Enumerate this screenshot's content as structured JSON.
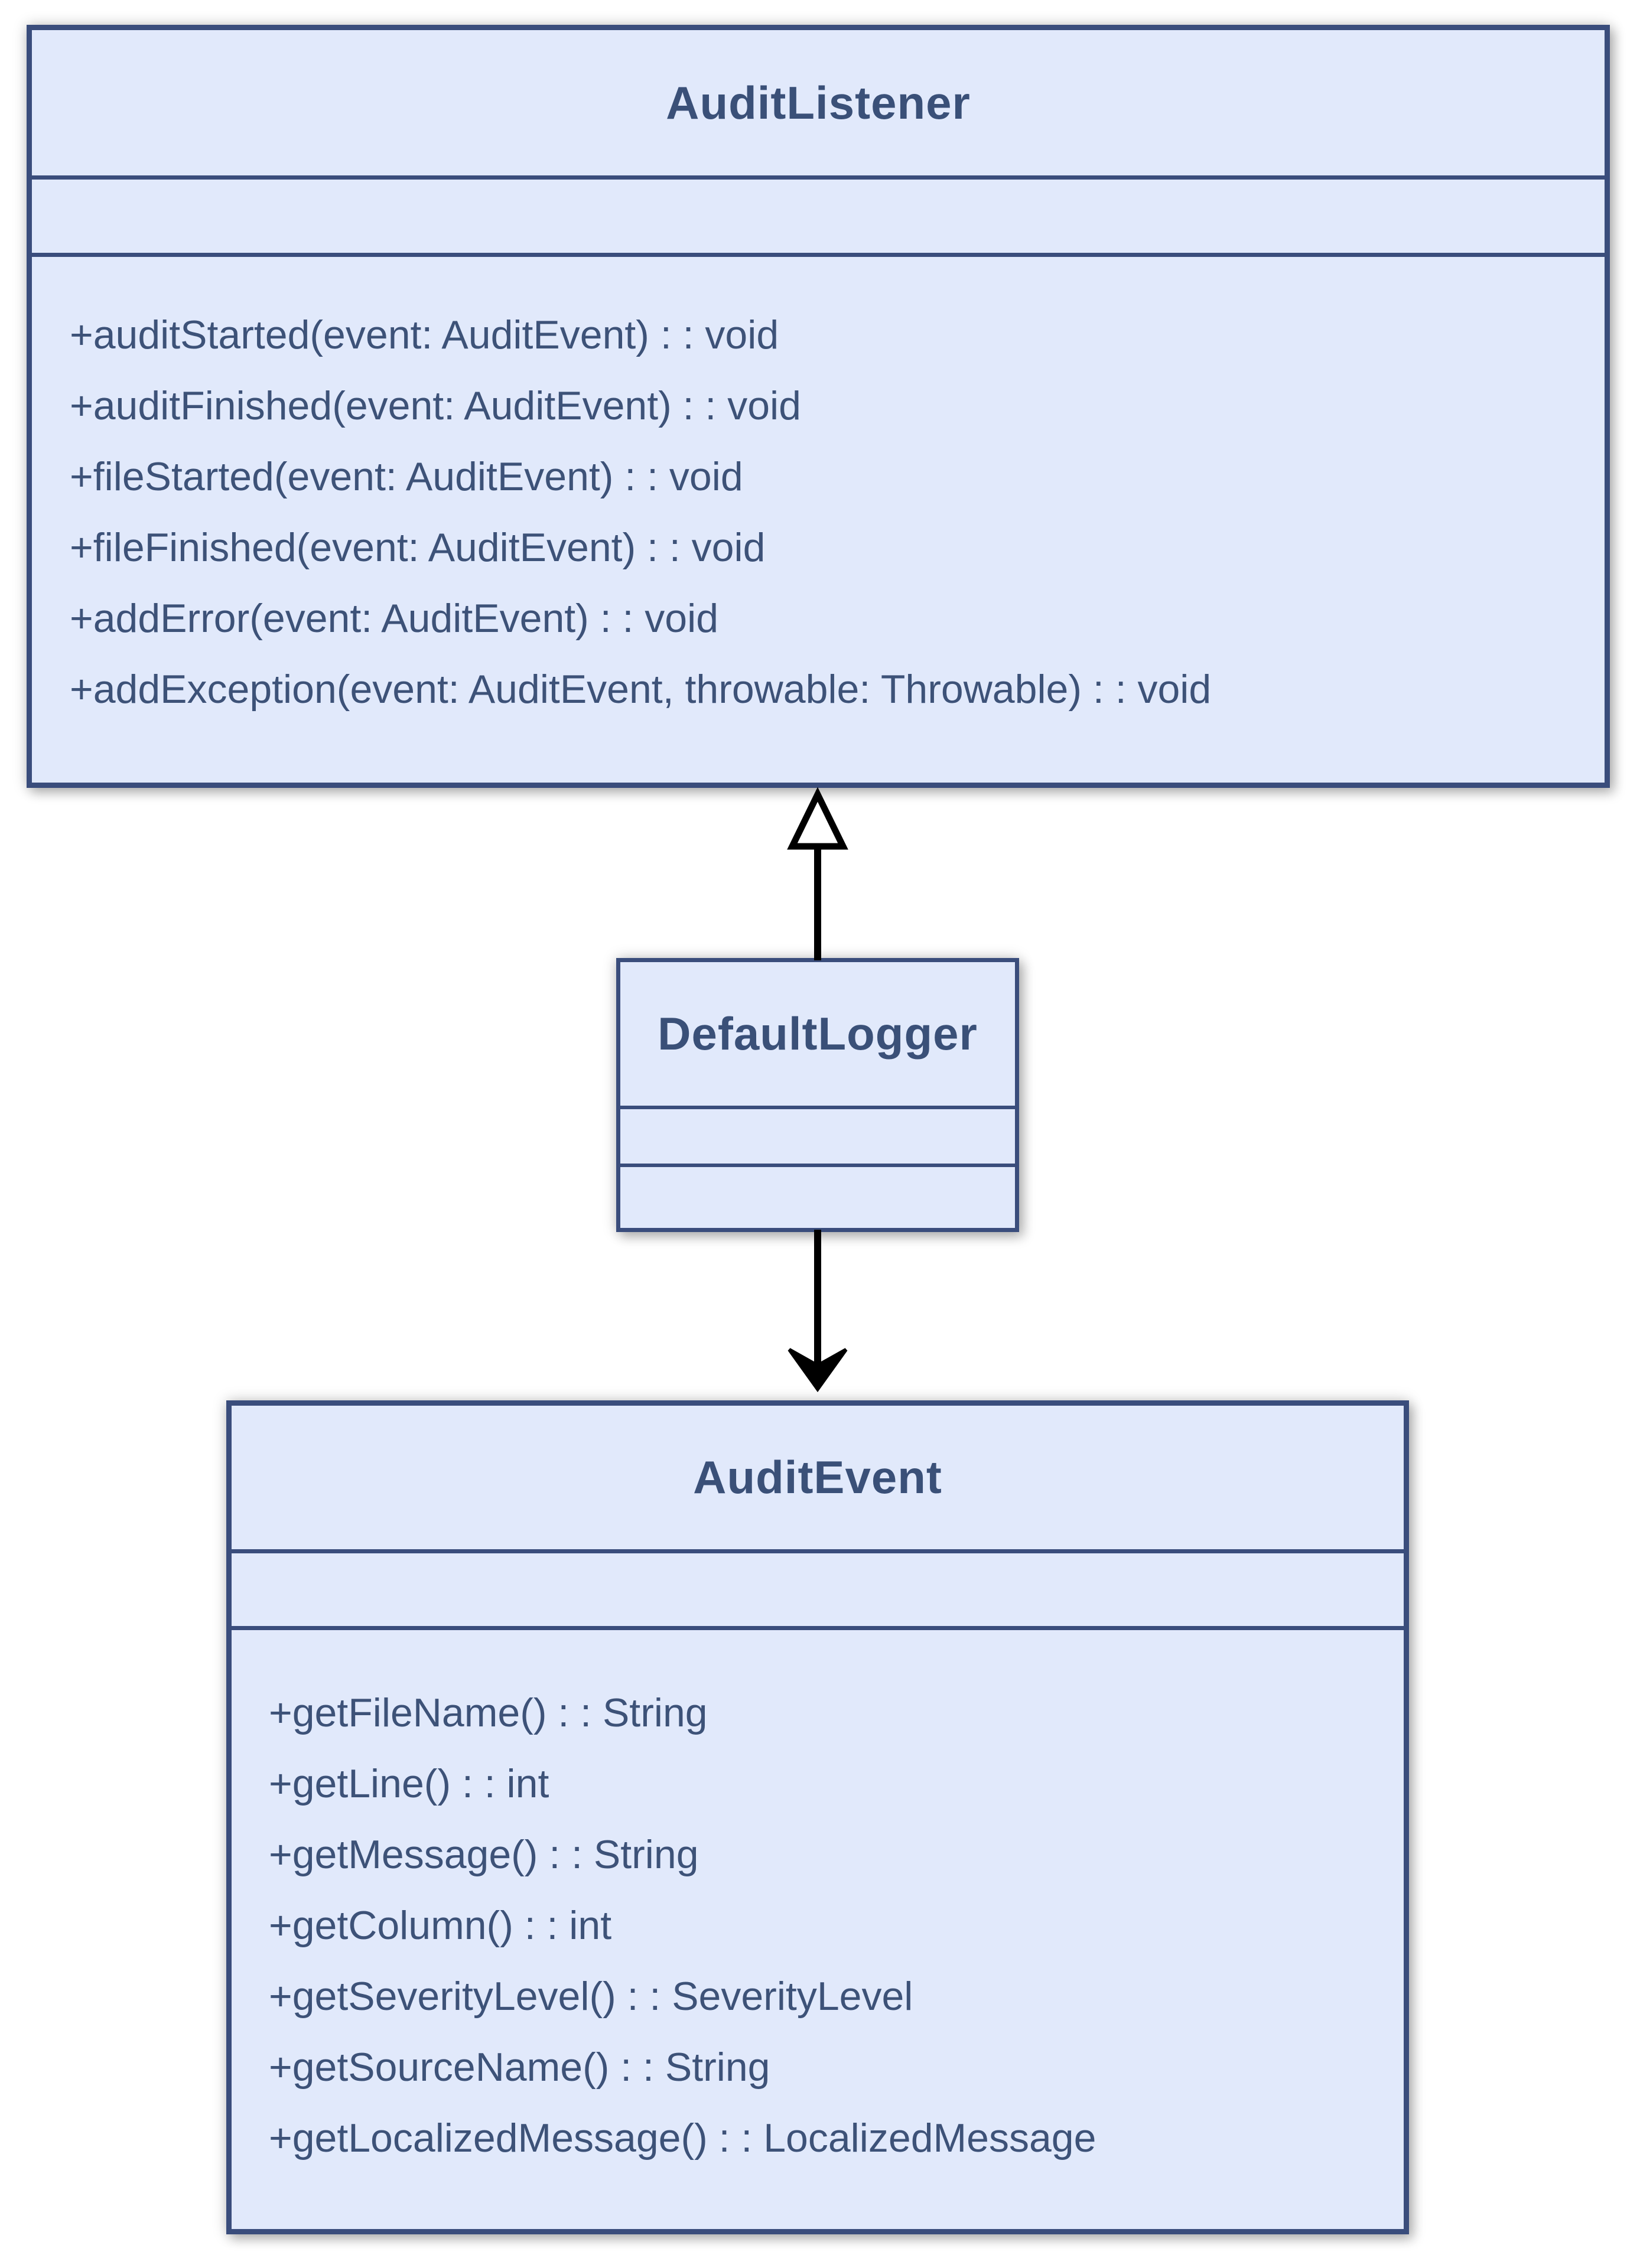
{
  "diagram": {
    "type": "uml-class-diagram",
    "colors": {
      "background": "#ffffff",
      "box_fill": "#e1e9fb",
      "box_border": "#3a4d7c",
      "title_text": "#3a5078",
      "method_text": "#3d5278",
      "connector": "#000000"
    },
    "classes": {
      "audit_listener": {
        "name": "AuditListener",
        "attributes": [],
        "methods": [
          "+auditStarted(event: AuditEvent) : : void",
          "+auditFinished(event: AuditEvent) : : void",
          "+fileStarted(event: AuditEvent) : : void",
          "+fileFinished(event: AuditEvent) : : void",
          "+addError(event: AuditEvent) : : void",
          "+addException(event: AuditEvent, throwable: Throwable) : : void"
        ]
      },
      "default_logger": {
        "name": "DefaultLogger",
        "attributes": [],
        "methods": []
      },
      "audit_event": {
        "name": "AuditEvent",
        "attributes": [],
        "methods": [
          "+getFileName() : : String",
          "+getLine() : : int",
          "+getMessage() : : String",
          "+getColumn() : : int",
          "+getSeverityLevel() : : SeverityLevel",
          "+getSourceName() : : String",
          "+getLocalizedMessage() : : LocalizedMessage"
        ]
      }
    },
    "relationships": [
      {
        "from": "DefaultLogger",
        "to": "AuditListener",
        "type": "generalization",
        "arrowhead": "hollow-triangle"
      },
      {
        "from": "DefaultLogger",
        "to": "AuditEvent",
        "type": "directed-association",
        "arrowhead": "filled-vee"
      }
    ]
  }
}
